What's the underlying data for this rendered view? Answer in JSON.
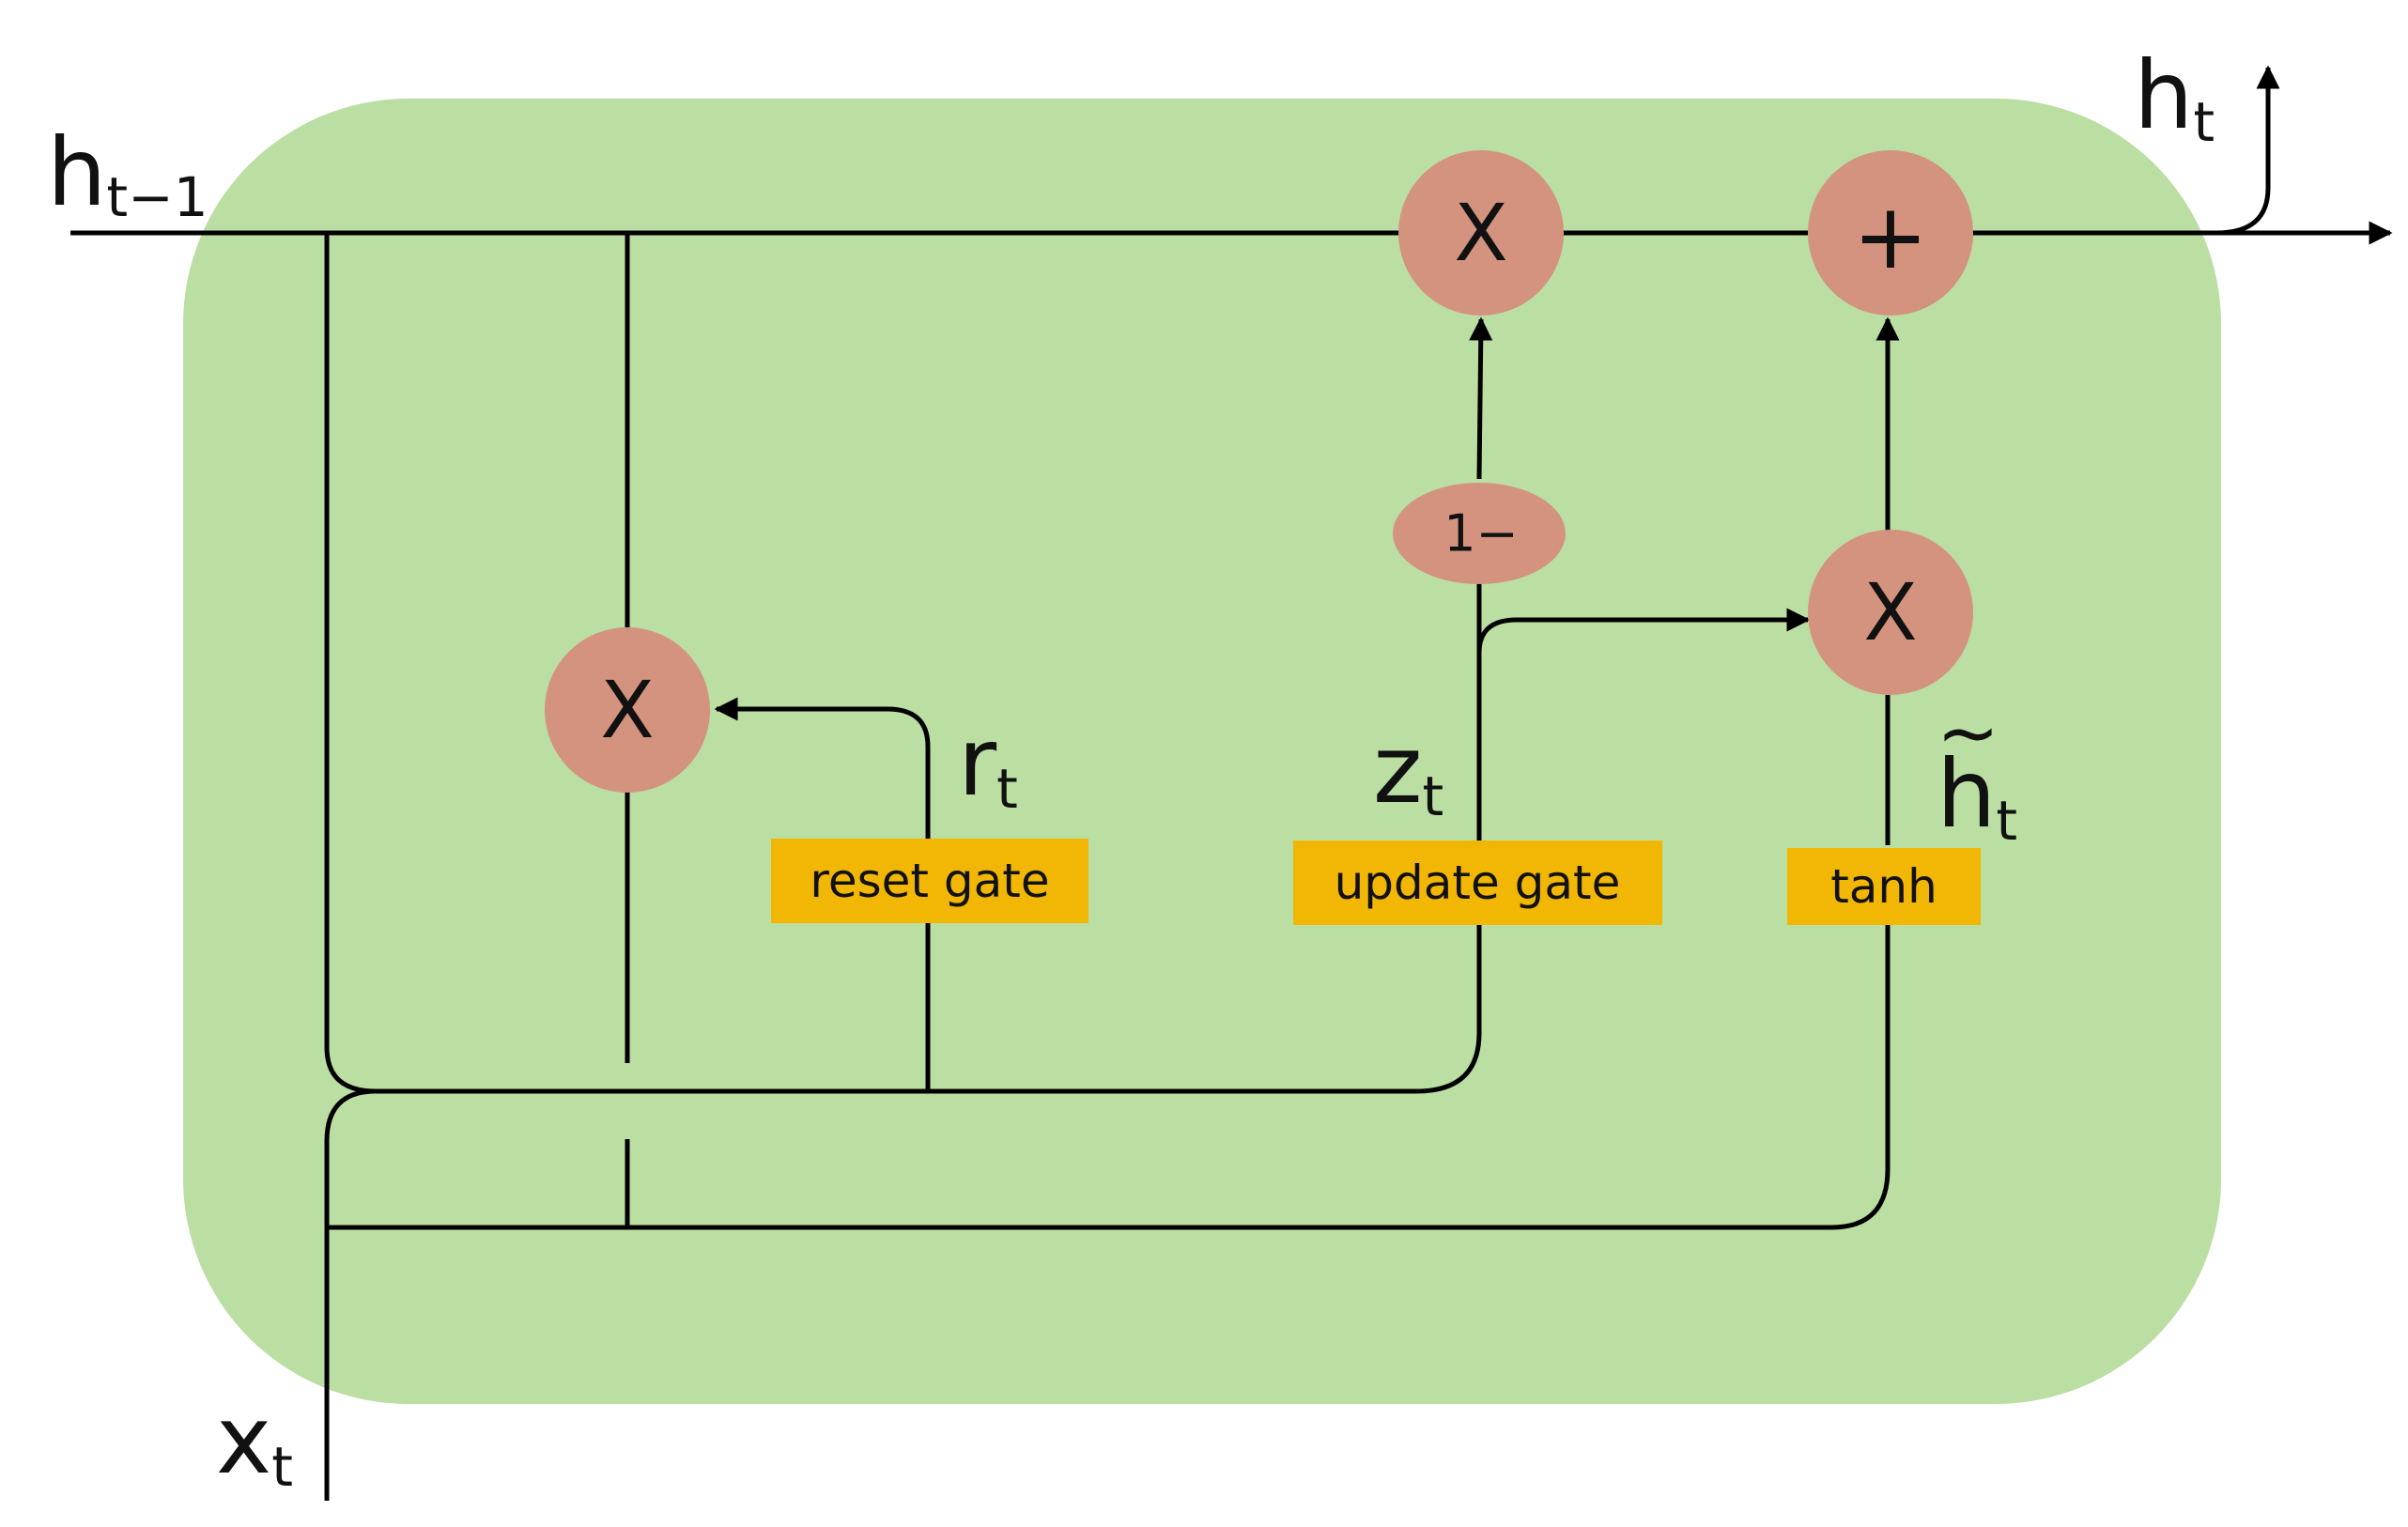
{
  "colors": {
    "cell_fill": "#bbdea2",
    "op_fill": "#d3937f",
    "gate_fill": "#f2b705",
    "line": "#000000"
  },
  "labels": {
    "h_prev": {
      "base": "h",
      "sub": "t−1"
    },
    "h_out": {
      "base": "h",
      "sub": "t"
    },
    "x_in": {
      "base": "x",
      "sub": "t"
    },
    "r": {
      "base": "r",
      "sub": "t"
    },
    "z": {
      "base": "z",
      "sub": "t"
    },
    "h_tilde": {
      "base": "h",
      "sub": "t",
      "accent": "~"
    }
  },
  "ops": {
    "reset_mul": "X",
    "update_mul": "X",
    "add": "+",
    "cand_mul": "X",
    "one_minus": "1−"
  },
  "gates": {
    "reset": "reset gate",
    "update": "update gate",
    "tanh": "tanh"
  }
}
